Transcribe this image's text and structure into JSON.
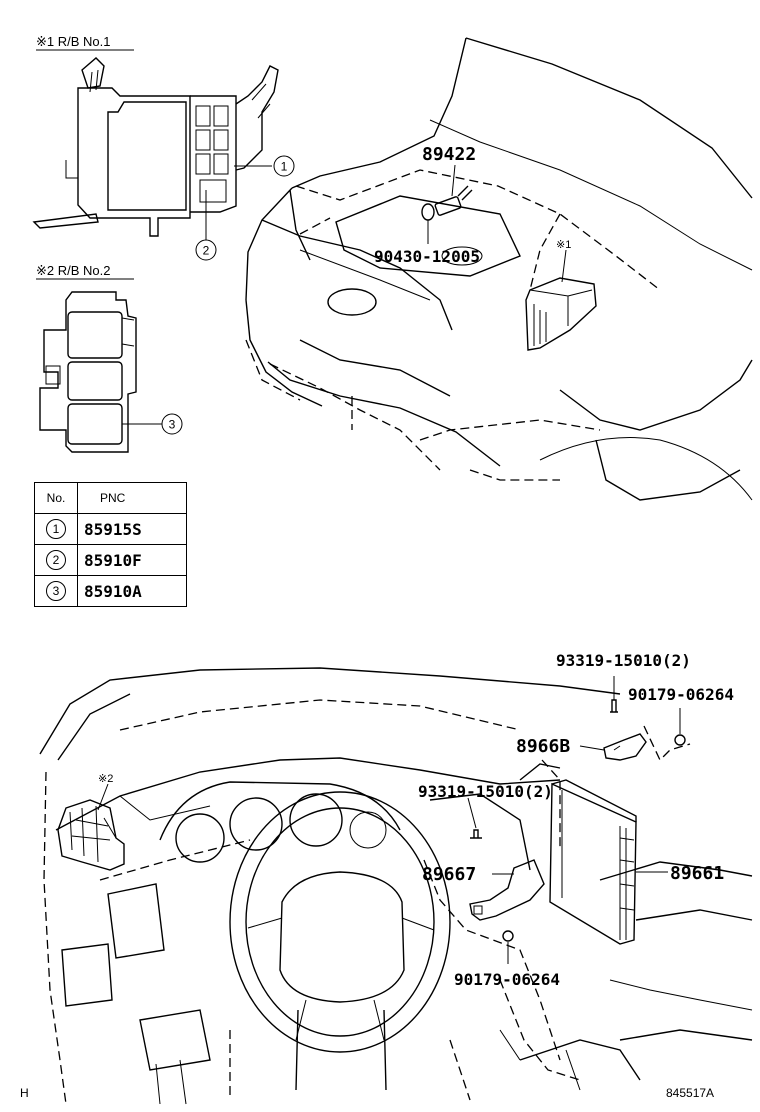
{
  "insets": {
    "rb1_title": "※1 R/B No.1",
    "rb2_title": "※2 R/B No.2"
  },
  "callouts": {
    "c1": "1",
    "c2": "2",
    "c3": "3"
  },
  "marks": {
    "engine_mark": "※1",
    "dash_mark": "※2"
  },
  "pnc_table": {
    "header_no": "No.",
    "header_pnc": "PNC",
    "rows": [
      {
        "no": "1",
        "pnc": "85915S"
      },
      {
        "no": "2",
        "pnc": "85910F"
      },
      {
        "no": "3",
        "pnc": "85910A"
      }
    ]
  },
  "part_labels": {
    "p89422": "89422",
    "p90430": "90430-12005",
    "p93319_top": "93319-15010(2)",
    "p90179_top": "90179-06264",
    "p8966b": "8966B",
    "p93319_mid": "93319-15010(2)",
    "p89667": "89667",
    "p89661": "89661",
    "p90179_bottom": "90179-06264"
  },
  "footer": {
    "left_code": "H",
    "figure_id": "845517A"
  }
}
